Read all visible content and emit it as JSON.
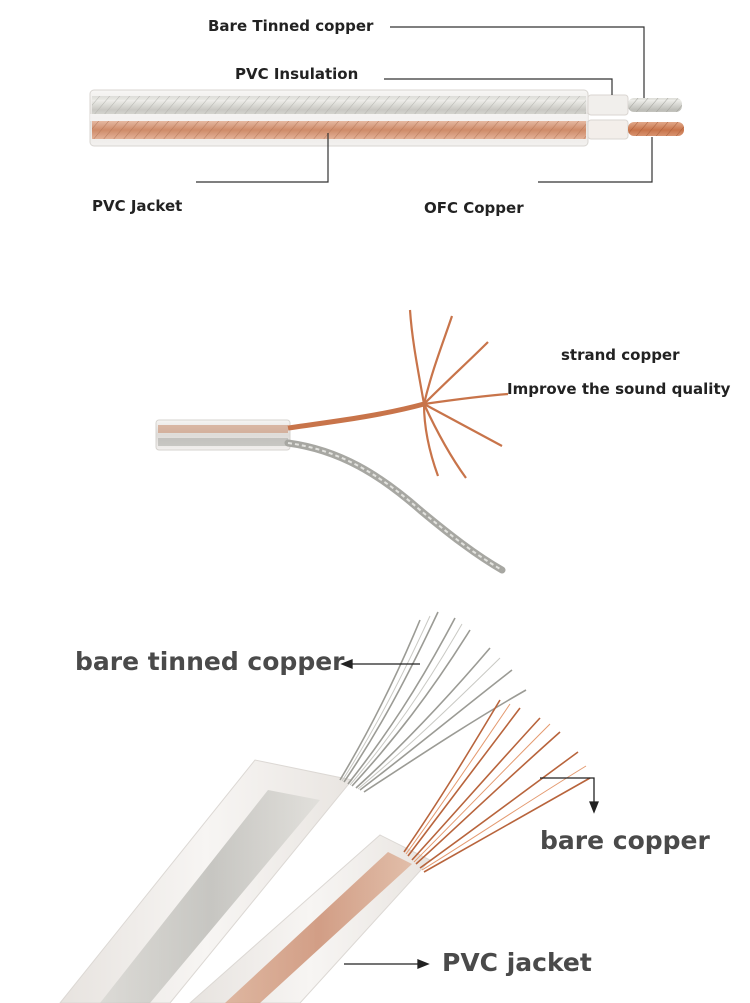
{
  "diagram_1": {
    "labels": {
      "bare_tinned_copper": "Bare Tinned copper",
      "pvc_insulation": "PVC Insulation",
      "pvc_jacket": "PVC Jacket",
      "ofc_copper": "OFC Copper"
    }
  },
  "diagram_2": {
    "labels": {
      "strand_copper": "strand copper",
      "improve_sound": "Improve the sound quality"
    }
  },
  "diagram_3": {
    "labels": {
      "bare_tinned_copper": "bare tinned copper",
      "bare_copper": "bare copper",
      "pvc_jacket": "PVC jacket"
    }
  },
  "colors": {
    "copper": "#c8744a",
    "tinned": "#b9b9b4",
    "jacket": "#ece9e6",
    "line": "#333333"
  }
}
